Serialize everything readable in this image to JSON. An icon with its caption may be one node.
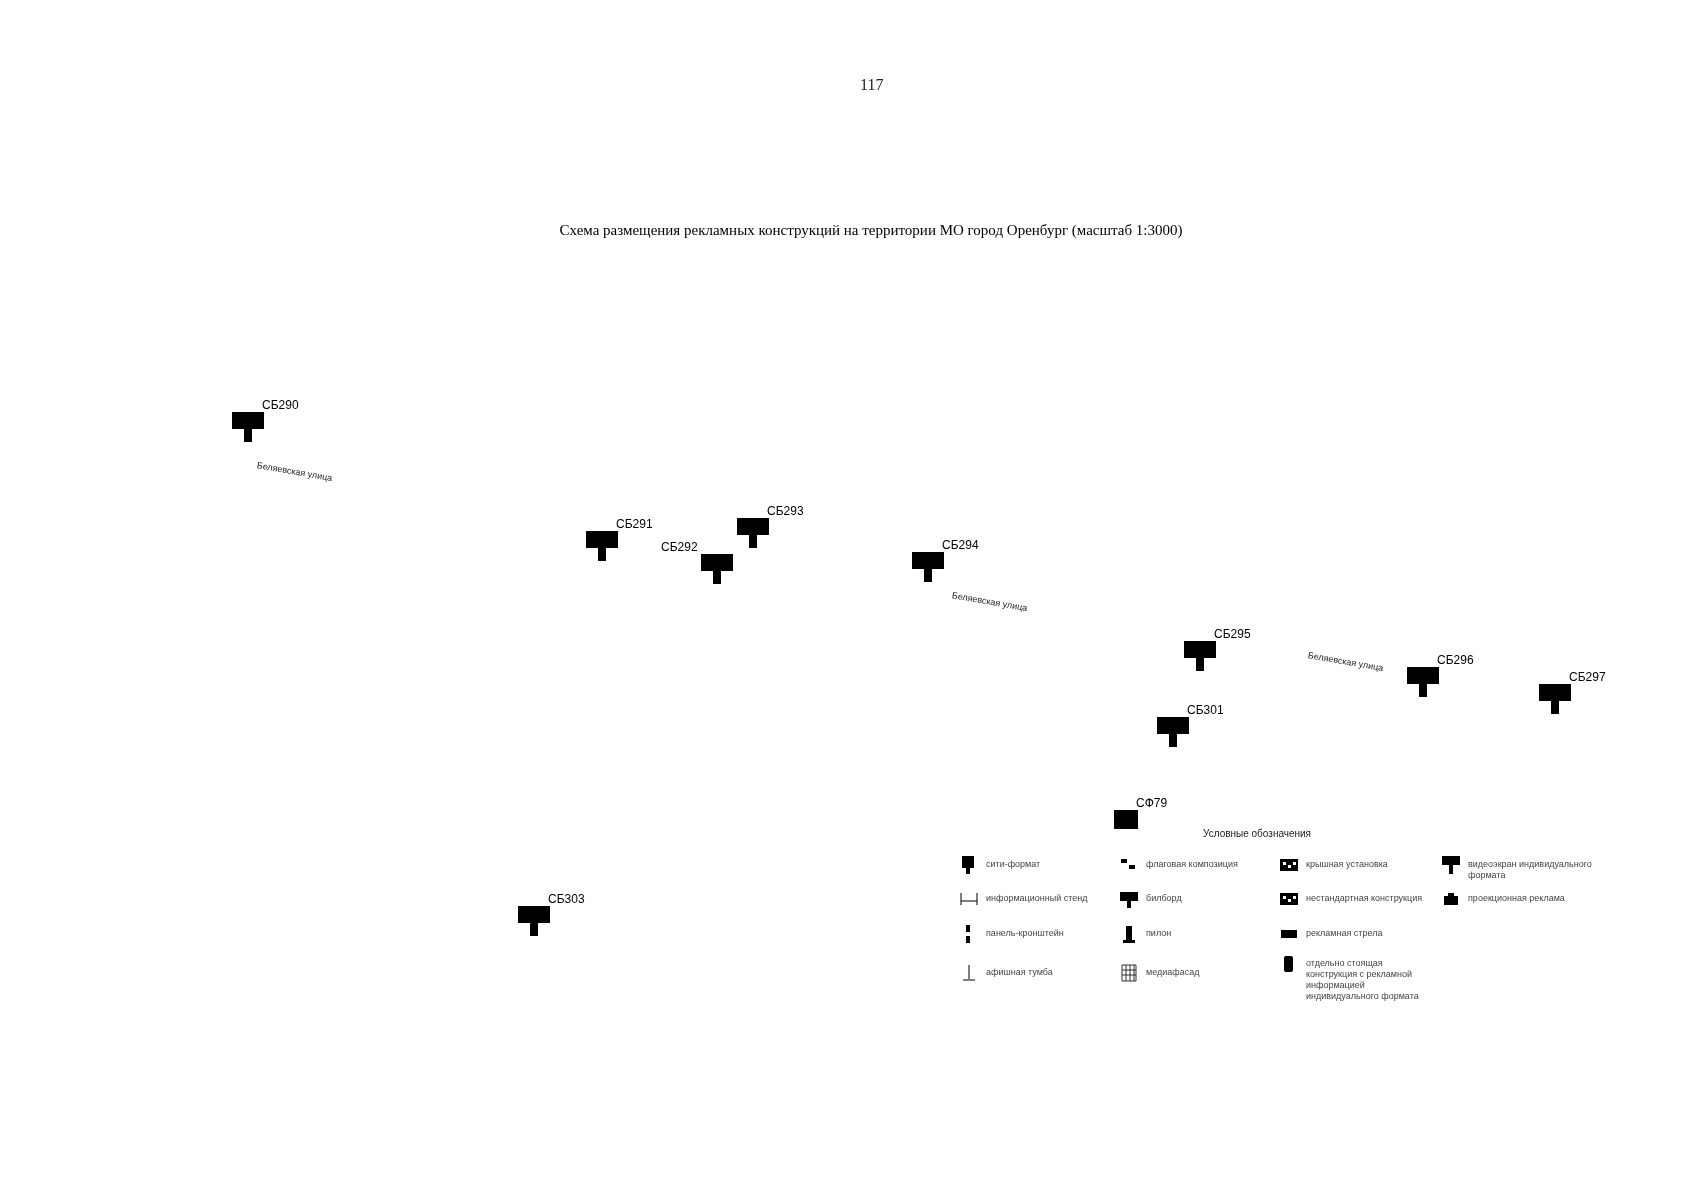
{
  "diagram": {
    "title": "Схема размещения рекламных конструкций на территории МО город Оренбург (масштаб 1:3000)",
    "nodes": [
      {
        "text": [
          "СБ290"
        ]
      },
      {
        "text": [
          "СБ291"
        ]
      },
      {
        "text": [
          "СБ293"
        ]
      },
      {
        "text": [
          "СБ292"
        ]
      },
      {
        "text": [
          "СБ294"
        ]
      },
      {
        "text": [
          "СБ295"
        ]
      },
      {
        "text": [
          "СБ296"
        ]
      },
      {
        "text": [
          "СБ297"
        ]
      },
      {
        "text": [
          "СБ301"
        ]
      },
      {
        "text": [
          "СФ79"
        ]
      },
      {
        "text": [
          "СБ303"
        ]
      }
    ],
    "edges": [],
    "labels": [
      "117",
      "Беляевская улица",
      "Беляевская улица",
      "Беляевская улица",
      "Условные обозначения"
    ],
    "legend": [
      {
        "text": "сити-формат"
      },
      {
        "text": "флаговая композиция"
      },
      {
        "text": "крышная установка"
      },
      {
        "text": "видеоэкран индивидуального формата"
      },
      {
        "text": "информационный стенд"
      },
      {
        "text": "билборд"
      },
      {
        "text": "нестандартная конструкция"
      },
      {
        "text": "проекционная реклама"
      },
      {
        "text": "панель-кронштейн"
      },
      {
        "text": "пилон"
      },
      {
        "text": "рекламная стрела"
      },
      {
        "text": "афишная тумба"
      },
      {
        "text": "медиафасад"
      },
      {
        "text": "отдельно стоящая конструкция с рекламной информацией индивидуального формата"
      }
    ]
  }
}
